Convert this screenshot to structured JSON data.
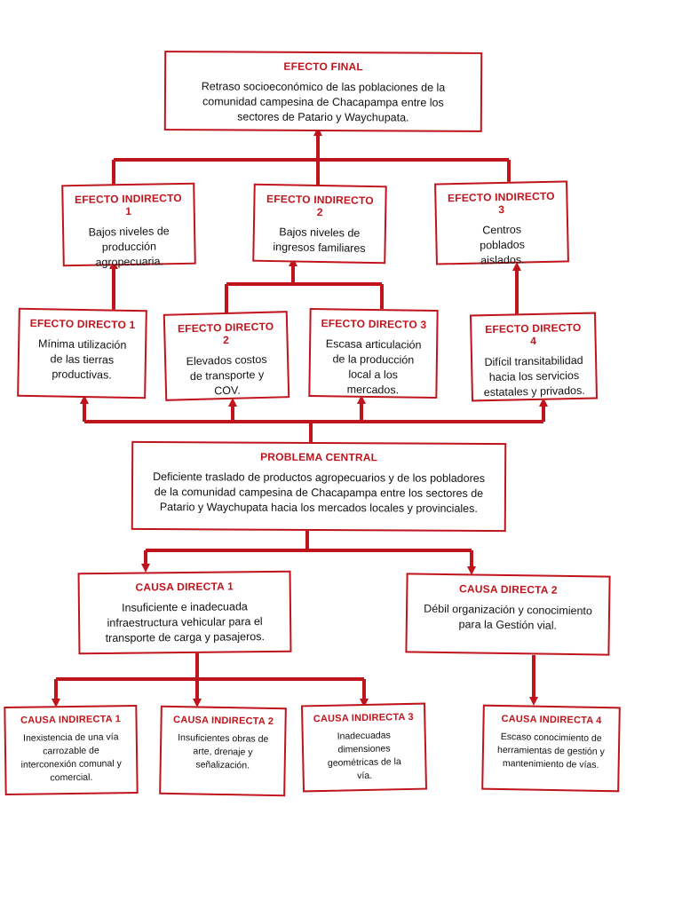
{
  "colors": {
    "accent": "#c0141c",
    "text": "#111111",
    "background": "#ffffff"
  },
  "efecto_final": {
    "title": "EFECTO FINAL",
    "body": "Retraso socioeconómico de las poblaciones de la comunidad campesina de Chacapampa entre los sectores de Patario y Waychupata."
  },
  "efectos_indirectos": [
    {
      "title": "EFECTO INDIRECTO 1",
      "body": "Bajos niveles de producción agropecuaria."
    },
    {
      "title": "EFECTO INDIRECTO 2",
      "body": "Bajos niveles de ingresos familiares"
    },
    {
      "title": "EFECTO INDIRECTO 3",
      "body": "Centros poblados aislados."
    }
  ],
  "efectos_directos": [
    {
      "title": "EFECTO DIRECTO 1",
      "body": "Mínima utilización de las tierras productivas."
    },
    {
      "title": "EFECTO DIRECTO 2",
      "body": "Elevados costos de transporte y COV."
    },
    {
      "title": "EFECTO DIRECTO 3",
      "body": "Escasa articulación de la producción local a los mercados."
    },
    {
      "title": "EFECTO DIRECTO 4",
      "body": "Difícil transitabilidad hacia los servicios estatales y privados."
    }
  ],
  "problema_central": {
    "title": "PROBLEMA CENTRAL",
    "body": "Deficiente traslado de productos agropecuarios y de los pobladores de la comunidad campesina de Chacapampa entre los sectores de Patario y Waychupata hacia los mercados locales y provinciales."
  },
  "causas_directas": [
    {
      "title": "CAUSA DIRECTA 1",
      "body": "Insuficiente e inadecuada infraestructura vehicular para el transporte de carga y pasajeros."
    },
    {
      "title": "CAUSA DIRECTA 2",
      "body": "Débil organización y conocimiento para la Gestión vial."
    }
  ],
  "causas_indirectas": [
    {
      "title": "CAUSA INDIRECTA 1",
      "body": "Inexistencia de una vía carrozable de interconexión comunal y comercial."
    },
    {
      "title": "CAUSA INDIRECTA 2",
      "body": "Insuficientes obras de arte, drenaje y señalización."
    },
    {
      "title": "CAUSA INDIRECTA 3",
      "body": "Inadecuadas dimensiones geométricas de la vía."
    },
    {
      "title": "CAUSA INDIRECTA 4",
      "body": "Escaso conocimiento de herramientas de gestión y mantenimiento de vías."
    }
  ]
}
